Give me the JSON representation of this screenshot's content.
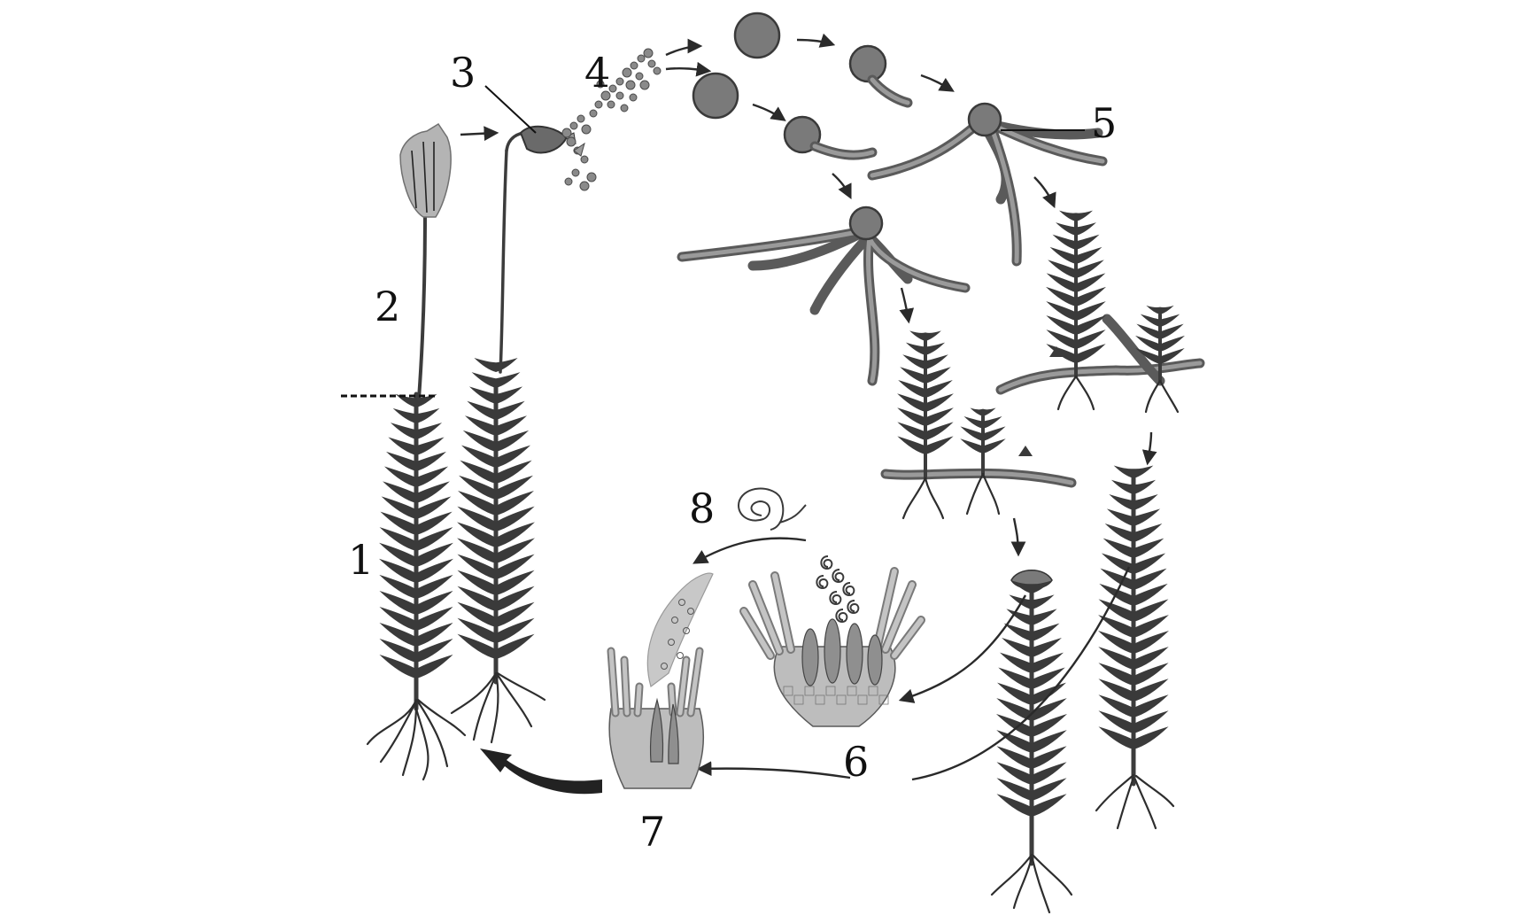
{
  "diagram": {
    "labels": {
      "l1": "1",
      "l2": "2",
      "l3": "3",
      "l4": "4",
      "l5": "5",
      "l6": "6",
      "l7": "7",
      "l8": "8"
    },
    "palette": {
      "background": "#ffffff",
      "plant": "#3a3a3a",
      "capsule": "#6a6a6a",
      "calyptra": "#b4b4b4",
      "protonema": "#5a5a5a",
      "spore": "#7a7a7a"
    }
  }
}
